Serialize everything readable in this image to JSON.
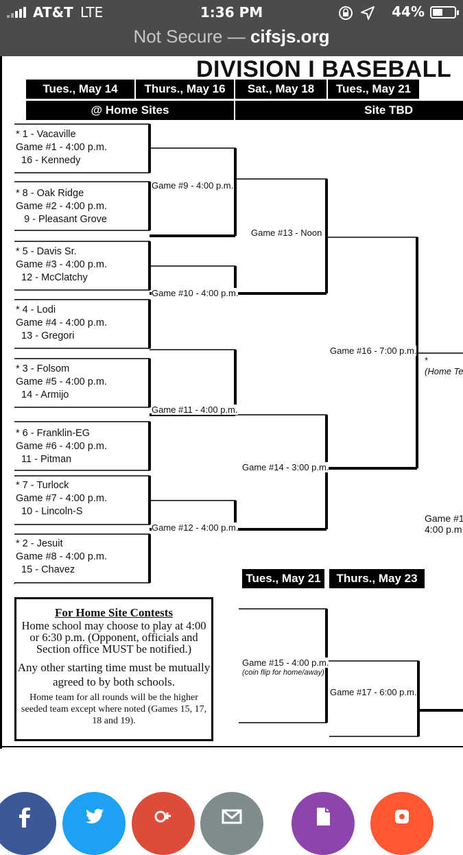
{
  "status": {
    "carrier": "AT&T",
    "network": "LTE",
    "time": "1:36 PM",
    "battery": "44%"
  },
  "url": {
    "not_secure": "Not Secure — ",
    "domain": "cifsjs.org"
  },
  "title": "DIVISION I BASEBALL",
  "dates": {
    "d1": "Tues., May 14",
    "d2": "Thurs., May 16",
    "d3": "Sat., May 18",
    "d4": "Tues., May 21"
  },
  "sites": {
    "home": "@ Home Sites",
    "tbd": "Site TBD"
  },
  "matchups": [
    {
      "top": "*  1 - Vacaville",
      "game": "Game #1 - 4:00 p.m.",
      "bottom": "  16 - Kennedy"
    },
    {
      "top": "*  8 - Oak Ridge",
      "game": "Game #2 - 4:00 p.m.",
      "bottom": "   9 - Pleasant Grove"
    },
    {
      "top": "*  5 - Davis Sr.",
      "game": "Game #3 - 4:00 p.m.",
      "bottom": "  12 - McClatchy"
    },
    {
      "top": "*  4 - Lodi",
      "game": "Game #4 - 4:00 p.m.",
      "bottom": "  13 - Gregori"
    },
    {
      "top": "*  3 - Folsom",
      "game": "Game #5 - 4:00 p.m.",
      "bottom": "  14 - Armijo"
    },
    {
      "top": "*  6 - Franklin-EG",
      "game": "Game #6 - 4:00 p.m.",
      "bottom": "  11 - Pitman"
    },
    {
      "top": "*  7 - Turlock",
      "game": "Game #7 - 4:00 p.m.",
      "bottom": "  10 - Lincoln-S"
    },
    {
      "top": "*  2 - Jesuit",
      "game": "Game #8 - 4:00 p.m.",
      "bottom": "  15 - Chavez"
    }
  ],
  "games": {
    "g9": "Game #9 - 4:00 p.m.",
    "g10": "Game #10 - 4:00 p.m.",
    "g11": "Game #11 - 4:00 p.m.",
    "g12": "Game #12 - 4:00 p.m.",
    "g13": "Game #13 - Noon",
    "g14": "Game #14 - 3:00 p.m.",
    "g16": "Game #16 - 7:00 p.m.",
    "g15": "Game #15 - 4:00 p.m.",
    "g15_note": "(coin flip for home/away)",
    "g17": "Game #17 - 6:00 p.m.",
    "g18_partial": "Game #1",
    "g18_time_partial": "4:00 p.m",
    "home_team_partial": "(Home Te",
    "star": "*"
  },
  "lower_dates": {
    "d5": "Tues., May 21",
    "d6": "Thurs., May 23"
  },
  "info": {
    "heading": "For Home Site Contests",
    "p1": "Home school may choose to play at 4:00 or 6:30 p.m. (Opponent, officials and Section office MUST be notified.)",
    "p2": "Any other starting time must be mutually agreed to by both schools.",
    "p3": "Home team for all rounds will be the higher seeded team except where noted (Games 15, 17, 18 and 19)."
  },
  "share": [
    {
      "name": "facebook",
      "color": "#3b5998"
    },
    {
      "name": "twitter",
      "color": "#1da1f2"
    },
    {
      "name": "google-plus",
      "color": "#dd4b39"
    },
    {
      "name": "email",
      "color": "#7f8c8d"
    },
    {
      "name": "document",
      "color": "#8e44ad"
    },
    {
      "name": "more",
      "color": "#ff5733"
    }
  ]
}
